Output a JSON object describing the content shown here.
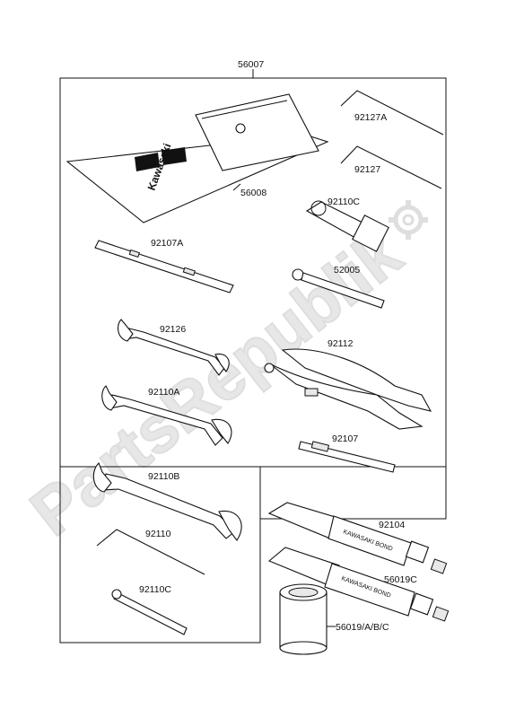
{
  "parts": {
    "kit": "56007",
    "pouch": "56008",
    "hex_a": "92127A",
    "hex": "92127",
    "plug_wrench": "92110C",
    "screwdriver_a": "92107A",
    "extension": "52005",
    "wrench_1": "92126",
    "pliers": "92112",
    "wrench_2": "92110A",
    "screwdriver": "92107",
    "wrench_3": "92110B",
    "bond_tube": "92104",
    "hex_key": "92110",
    "bond_cap": "56019C",
    "handle_bar": "92110C",
    "bond_can": "56019/A/B/C"
  },
  "brand": "Kawasaki",
  "tube_text": "KAWASAKI BOND",
  "watermark": "PartsRepublik"
}
